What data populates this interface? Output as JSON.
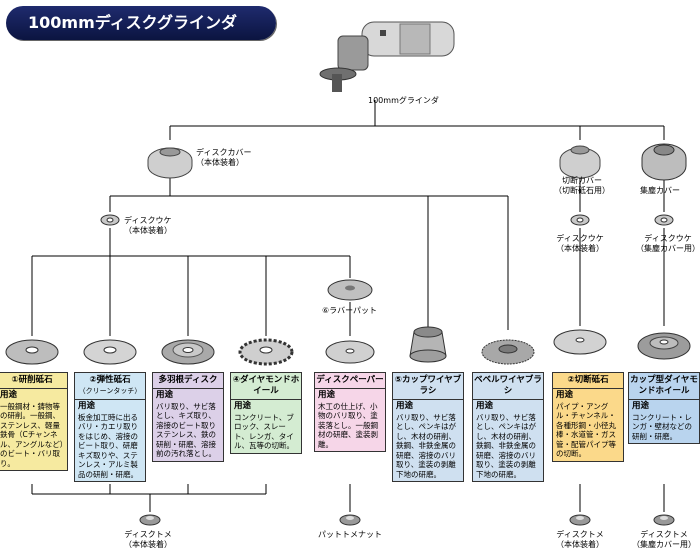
{
  "title": "100mmディスクグラインダ",
  "grinder_label": "100mmグラインダ",
  "parts": {
    "disc_cover": [
      "ディスクカバー",
      "（本体装着）"
    ],
    "disc_ukeke": [
      "ディスクウケ",
      "（本体装着）"
    ],
    "rubber_pad": "⑥ラバーパット",
    "cutting_cover": [
      "切断カバー",
      "（切断砥石用）"
    ],
    "cutting_ukeke": [
      "ディスクウケ",
      "（本体装着）"
    ],
    "dust_cover": "集塵カバー",
    "dust_ukeke": [
      "ディスクウケ",
      "（集塵カバー用）"
    ],
    "disctome_1": [
      "ディスクトメ",
      "（本体装着）"
    ],
    "pad_nut": "パットトメナット",
    "disctome_2": [
      "ディスクトメ",
      "（本体装着）"
    ],
    "disctome_3": [
      "ディスクトメ",
      "（集塵カバー用）"
    ]
  },
  "use_label": "用途",
  "cards": [
    {
      "title": "①研削砥石",
      "color": "#f6eaa0",
      "text": "一般鋼材・鋳物等の研削。一般鋼、ステンレス、軽量鉄骨（Cチャンネル、アングルなど）のビート・バリ取り。"
    },
    {
      "title": "②弾性砥石",
      "subtitle": "（クリーンタッチ）",
      "color": "#cfe6f4",
      "text": "板金加工時に出るバリ・カエリ取りをはじめ、溶接のビート取り、研磨キズ取りや、ステンレス・アルミ製品の研削・研磨。"
    },
    {
      "title": "多羽根ディスク",
      "color": "#dcd0e8",
      "text": "バリ取り、サビ落とし、キズ取り、溶接のビート取りステンレス、鉄の研削・研磨、溶接前の汚れ落とし。"
    },
    {
      "title": "④ダイヤモンドホイール",
      "color": "#d4ecd2",
      "text": "コンクリート、ブロック、スレート、レンガ、タイル、瓦等の切断。"
    },
    {
      "title": "ディスクペーパー",
      "color": "#f6d6e8",
      "text": "木工の仕上げ、小物のバリ取り、塗装落とし。一般鋼材の研磨、塗装剥離。"
    },
    {
      "title": "⑤カップワイヤブラシ",
      "color": "#cfe0f0",
      "text": "バリ取り、サビ落とし、ペンキはがし、木材の研削、鉄鋼、非鉄金属の研磨、溶接のバリ取り、塗装の剥離下地の研磨。"
    },
    {
      "title": "ベベルワイヤブラシ",
      "color": "#cfe0f0",
      "text": "バリ取り、サビ落とし、ペンキはがし、木材の研削、鉄鋼、非鉄金属の研磨、溶接のバリ取り、塗装の剥離下地の研磨。"
    },
    {
      "title": "②切断砥石",
      "color": "#fbd98a",
      "text": "パイプ・アングル・チャンネル・各種形鋼・小径丸棒・水道管・ガス管・配管パイプ等の切断。"
    },
    {
      "title": "カップ型ダイヤモンドホイール",
      "color": "#b9d4ee",
      "text": "コンクリート・レンガ・壁材などの研削・研磨。"
    }
  ],
  "colors": {
    "title_bg": "#0b1440",
    "line": "#000000"
  }
}
